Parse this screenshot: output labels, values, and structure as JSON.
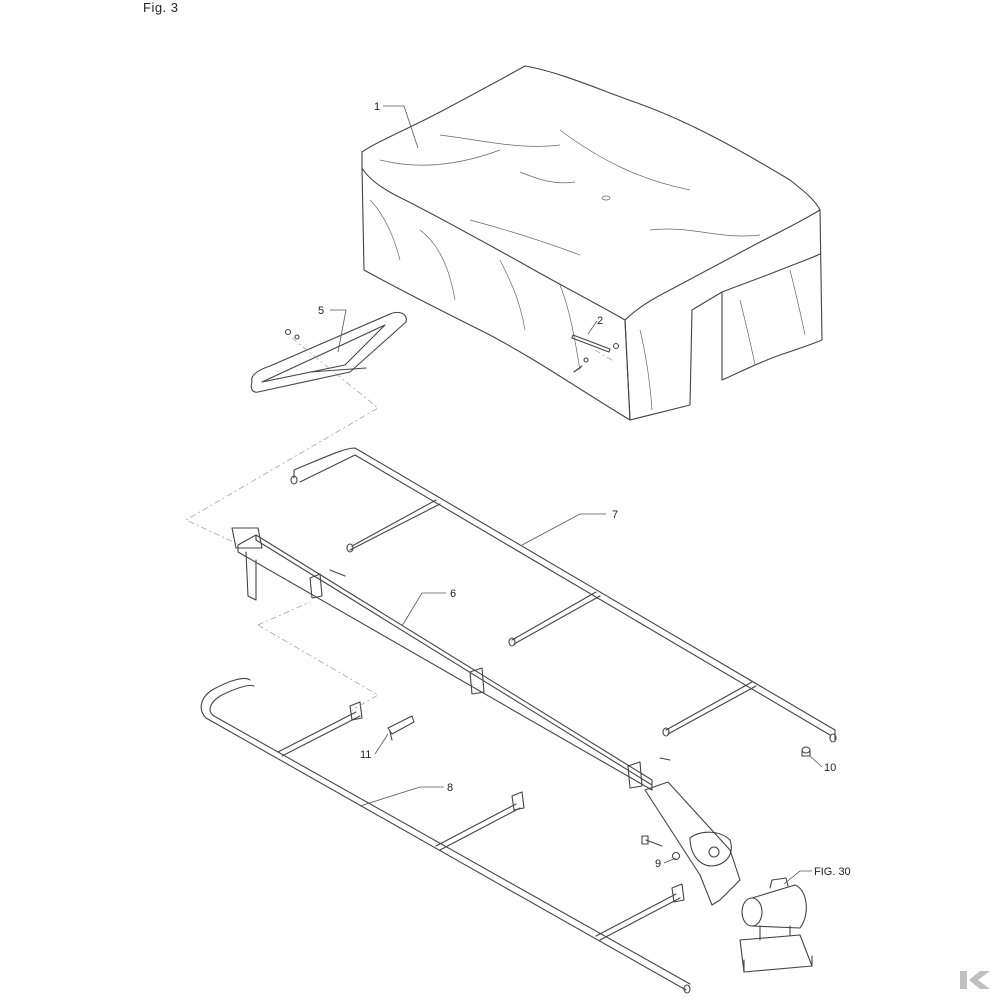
{
  "figure": {
    "title": "Fig. 3"
  },
  "callouts": [
    {
      "id": "c1",
      "label": "1"
    },
    {
      "id": "c2",
      "label": "2"
    },
    {
      "id": "c5",
      "label": "5"
    },
    {
      "id": "c6",
      "label": "6"
    },
    {
      "id": "c7",
      "label": "7"
    },
    {
      "id": "c8",
      "label": "8"
    },
    {
      "id": "c9",
      "label": "9"
    },
    {
      "id": "c10",
      "label": "10"
    },
    {
      "id": "c11",
      "label": "11"
    },
    {
      "id": "cfig30",
      "label": "FIG. 30"
    }
  ],
  "logo": {
    "icon": "brand-k-logo-icon"
  }
}
